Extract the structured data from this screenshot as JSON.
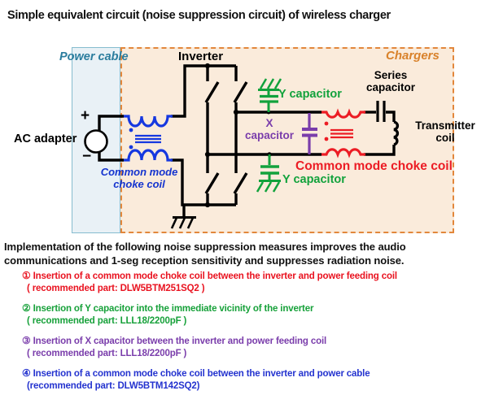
{
  "title": "Simple equivalent circuit (noise suppression circuit) of wireless charger",
  "diagram": {
    "regions": {
      "power_cable": "Power cable",
      "inverter": "Inverter",
      "chargers": "Chargers"
    },
    "labels": {
      "ac_adapter": "AC adapter",
      "plus": "+",
      "minus": "−",
      "blue_choke_line1": "Common mode",
      "blue_choke_line2": "choke coil",
      "y_capacitor_top": "Y capacitor",
      "x_capacitor_line1": "X",
      "x_capacitor_line2": "capacitor",
      "y_capacitor_bottom": "Y capacitor",
      "red_choke": "Common mode choke coil",
      "series_capacitor_line1": "Series",
      "series_capacitor_line2": "capacitor",
      "transmitter_line1": "Transmitter",
      "transmitter_line2": "coil"
    },
    "colors": {
      "teal_label": "#2b7d9e",
      "orange_label": "#d9822b",
      "blue_choke": "#1638e0",
      "red_choke": "#ec1c24",
      "green_capacitor": "#12a23c",
      "purple_capacitor": "#7a3dab",
      "power_box_fill": "#e9f1f6",
      "chargers_box_fill": "#faebdb",
      "wire": "#000000"
    }
  },
  "description": {
    "line1": "Implementation of the following noise suppression measures improves the audio",
    "line2": "communications and 1-seg reception sensitivity and suppresses radiation noise."
  },
  "measures": [
    {
      "num": "①",
      "text": "Insertion of a common mode choke coil between the inverter and power feeding coil",
      "part": "( recommended part: DLW5BTM251SQ2 )",
      "color": "#e9121f"
    },
    {
      "num": "②",
      "text": "Insertion of Y capacitor into the immediate vicinity of the inverter",
      "part": "( recommended part: LLL18/2200pF )",
      "color": "#17a13a"
    },
    {
      "num": "③",
      "text": "Insertion of X capacitor between the inverter and power feeding coil",
      "part": "( recommended part: LLL18/2200pF )",
      "color": "#7a3dab"
    },
    {
      "num": "④",
      "text": "Insertion of a common mode choke coil between the inverter and power cable",
      "part": "(recommended part: DLW5BTM142SQ2)",
      "color": "#2433cf"
    }
  ]
}
